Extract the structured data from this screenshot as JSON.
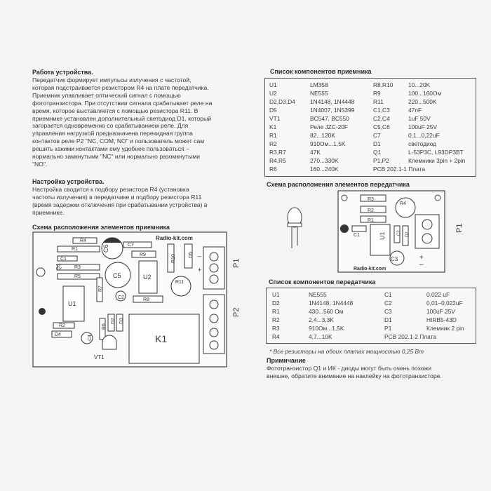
{
  "left": {
    "op_title": "Работа устройства.",
    "op_lines": [
      "Передатчик формирует импульсы излучения с частотой,",
      "которая подстраивается резистором R4 на плате передатчика.",
      "Приемник улавливает оптический сигнал с помощью",
      "фототранзистора. При отсутствии сигнала срабатывает реле на",
      "время, которое выставляется с помощью резистора R11. В",
      "приемнике установлен дополнительный светодиод D1, который",
      "загорается одновременно со срабатыванием реле. Для",
      "управления нагрузкой предназначена перекидная группа",
      "контактов реле P2 \"NC, COM, NO\" и пользователь может сам",
      "решить какими контактами ему удобнее пользоваться –",
      "нормально замкнутыми \"NC\" или нормально разомкнутыми",
      "\"NO\"."
    ],
    "setup_title": "Настройка устройства.",
    "setup_lines": [
      "Настройка сводится к подбору резистора R4 (установка",
      "частоты излучения) в передатчике и подбору резистора R11",
      "(время задержки отключения при срабатывании устройства) в",
      "приемнике."
    ],
    "rx_layout_title": "Схема расположения элементов приемника"
  },
  "rx_board": {
    "site": "Radio-kit.com",
    "labels": {
      "r4": "R4",
      "r1": "R1",
      "c1": "C1",
      "r3": "R3",
      "r5": "R5",
      "c6": "C6",
      "c7": "C7",
      "r9": "R9",
      "r10": "R10",
      "d5": "D5",
      "c5": "C5",
      "u2": "U2",
      "r11": "R11",
      "r7": "R7",
      "c2": "C2",
      "r8": "R8",
      "q1": "Q1",
      "u1": "U1",
      "r2": "R2",
      "d4": "D4",
      "c4": "C4",
      "r6": "R6",
      "d2": "D2",
      "d3": "D3",
      "k1": "K1",
      "vt1": "VT1",
      "p1": "P1",
      "p2": "P2",
      "plus": "+",
      "minus": "–"
    }
  },
  "rx_list": {
    "title": "Список компонентов приемника",
    "col1": [
      [
        "U1",
        "LM358"
      ],
      [
        "U2",
        "NE555"
      ],
      [
        "D2,D3,D4",
        "1N4148, 1N4448"
      ],
      [
        "D5",
        "1N4007, 1N5399"
      ],
      [
        "VT1",
        "BC547, BC550"
      ],
      [
        "K1",
        "Реле JZC-20F"
      ],
      [
        "R1",
        "82...120K"
      ],
      [
        "R2",
        "910Ом...1,5K"
      ],
      [
        "R3,R7",
        "47K"
      ],
      [
        "R4,R5",
        "270...330K"
      ],
      [
        "R6",
        "160...240K"
      ]
    ],
    "col2": [
      [
        "R8,R10",
        "10...20K"
      ],
      [
        "R9",
        "100...160Ом"
      ],
      [
        "R11",
        "220...500K"
      ],
      [
        "C1,C3",
        "47nF"
      ],
      [
        "C2,C4",
        "1uF 50V"
      ],
      [
        "C5,C6",
        "100uF 25V"
      ],
      [
        "C7",
        "0,1...0,22uF"
      ],
      [
        "D1",
        "светодиод"
      ],
      [
        "Q1",
        "L-53P3C, L93DP3BT"
      ],
      [
        "P1,P2",
        "Клемники 3pin + 2pin"
      ],
      [
        "PCB 202.1-1 Плата",
        ""
      ]
    ]
  },
  "tx_layout": {
    "title": "Схема расположения элементов передатчика",
    "labels": {
      "r3": "R3",
      "r2": "R2",
      "r4": "R4",
      "r1": "R1",
      "u1": "U1",
      "c2": "C2",
      "d2": "D2",
      "c1": "C1",
      "c3": "C3",
      "p1": "P1",
      "plus": "+",
      "minus": "–",
      "site": "Radio-kit.com"
    }
  },
  "tx_list": {
    "title": "Список компонентов передатчика",
    "col1": [
      [
        "U1",
        "NE555"
      ],
      [
        "D2",
        "1N4148, 1N4448"
      ],
      [
        "R1",
        "430...560 Ом"
      ],
      [
        "R2",
        "2,4...3,3K"
      ],
      [
        "R3",
        "910Ом...1,5K"
      ],
      [
        "R4",
        "4,7...10K"
      ]
    ],
    "col2": [
      [
        "C1",
        "0,022 uF"
      ],
      [
        "C2",
        "0,01–0,022uF"
      ],
      [
        "C3",
        "100uF 25V"
      ],
      [
        "D1",
        "HIRB5-43D"
      ],
      [
        "P1",
        "Клемник 2 pin"
      ],
      [
        "PCB 202.1-2 Плата",
        ""
      ]
    ]
  },
  "notes": {
    "resistors": "* Все резисторы на обоих платах мощностью 0,25 Вт",
    "remark_title": "Примичание",
    "remark_lines": [
      "Фототранзистор Q1 и ИК - диоды могут быть очень похожи",
      "внешне, обратите внимание на наклейку на фототранзисторе."
    ]
  },
  "colors": {
    "ink": "#333333",
    "paper": "#f4f4f2",
    "line": "#555555"
  }
}
